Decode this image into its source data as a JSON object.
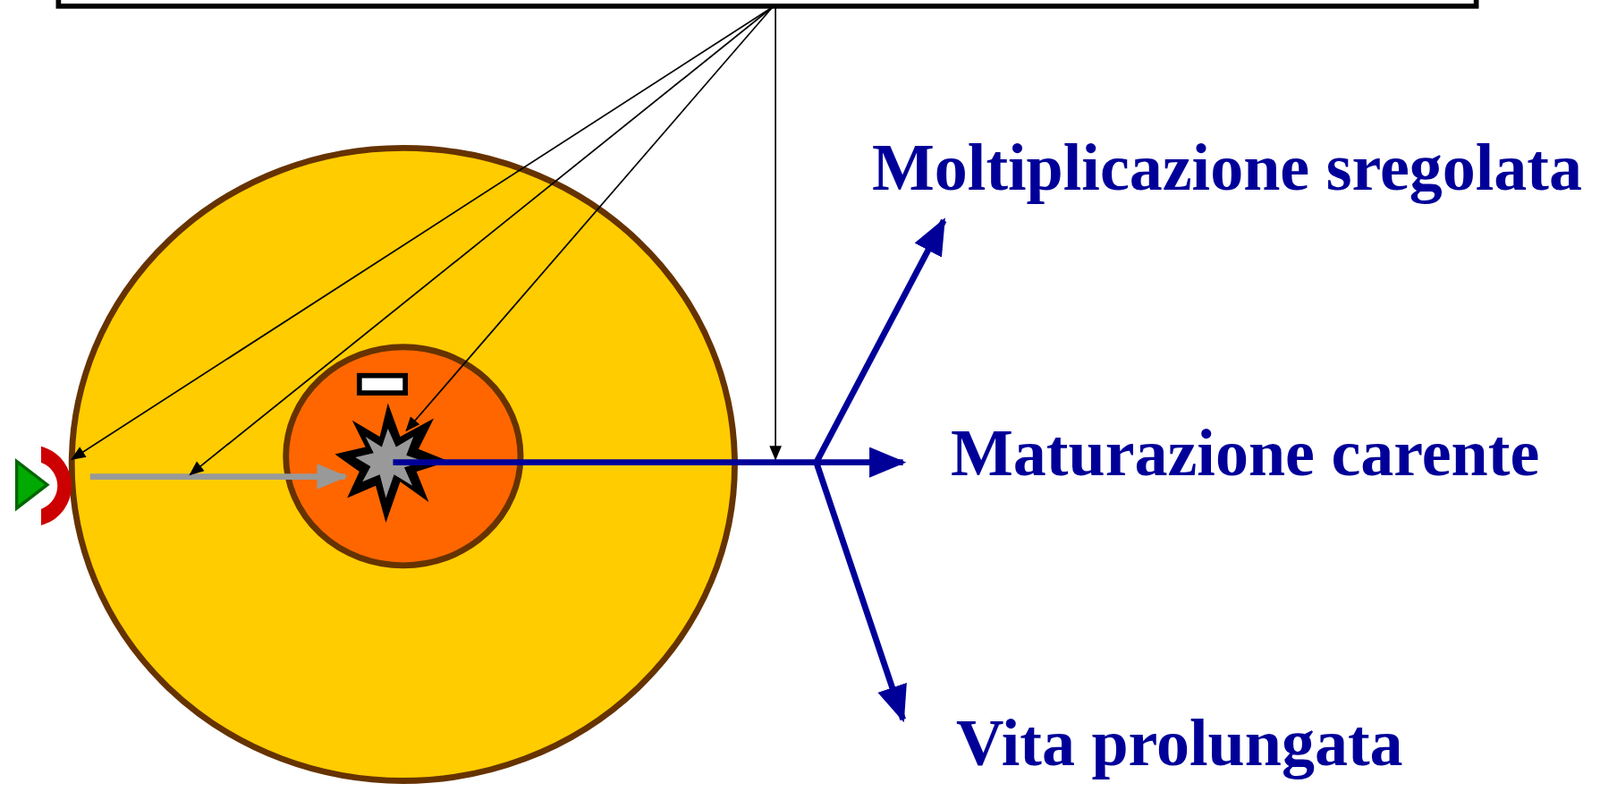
{
  "diagram": {
    "labels": [
      "Moltiplicazione sregolata",
      "Maturazione carente",
      "Vita prolungata"
    ]
  }
}
